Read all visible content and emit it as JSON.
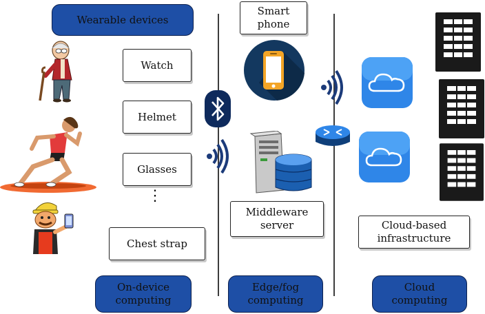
{
  "header": {
    "wearable_devices": "Wearable devices"
  },
  "devices": {
    "watch": "Watch",
    "helmet": "Helmet",
    "glasses": "Glasses",
    "more": "⋮",
    "chest_strap": "Chest strap"
  },
  "edge": {
    "smartphone": "Smart\nphone",
    "middleware": "Middleware\nserver"
  },
  "cloud": {
    "infrastructure": "Cloud-based\ninfrastructure"
  },
  "columns": {
    "on_device": "On-device\ncomputing",
    "edge_fog": "Edge/fog\ncomputing",
    "cloud": "Cloud\ncomputing"
  },
  "colors": {
    "accent": "#1e4fa6",
    "cloud_icon": "#2f86e8",
    "server_rack": "#1a1a1a",
    "bluetooth": "#0e2a5c"
  },
  "icons": [
    "elderly-person-icon",
    "runner-icon",
    "worker-with-phone-icon",
    "bluetooth-icon",
    "wifi-signal-icon",
    "smartphone-icon",
    "server-database-icon",
    "router-icon",
    "cloud-icon",
    "server-rack-icon"
  ]
}
